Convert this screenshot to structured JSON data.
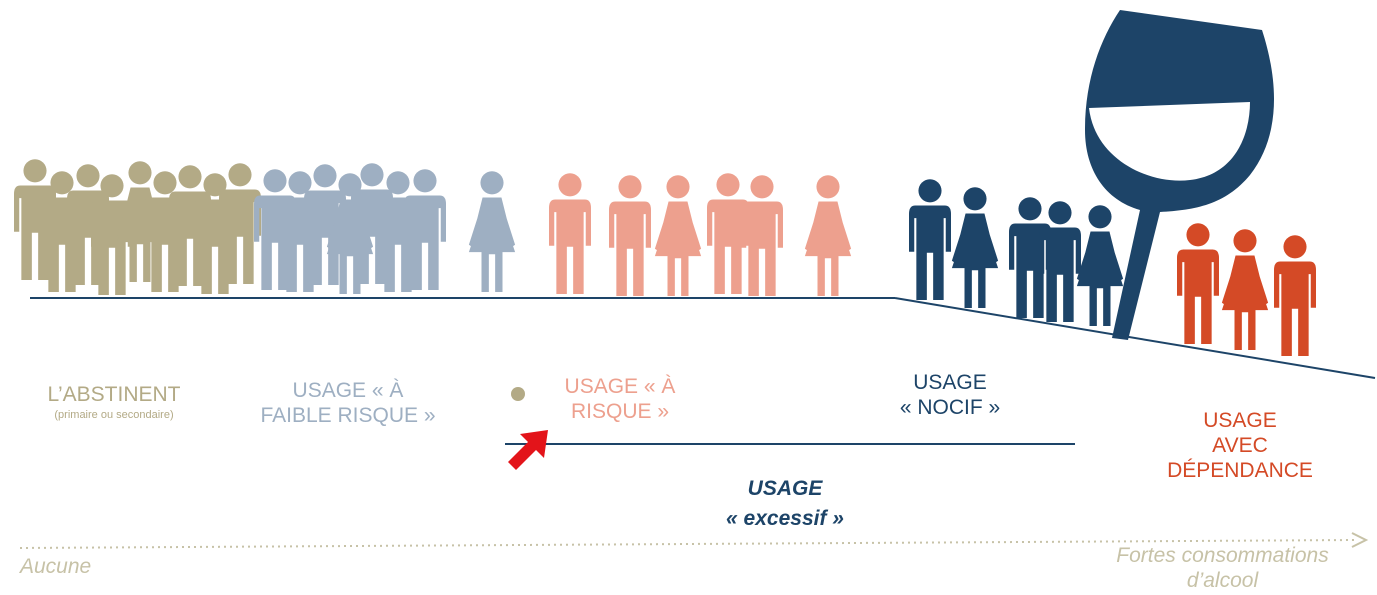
{
  "colors": {
    "abstinent": "#b3aa86",
    "low_risk": "#9eafc2",
    "at_risk": "#eda08e",
    "harmful": "#1d4468",
    "dependence": "#d44a26",
    "excessive": "#1d4468",
    "axis": "#c7c2a7",
    "pointer_arrow": "#e3141a",
    "glass": "#1d4468"
  },
  "icons": {
    "people_groups": "person-icon",
    "glass": "wine-glass-icon",
    "pointer": "arrow-up-right-icon",
    "bullet": "dot-icon"
  },
  "categories": {
    "abstinent": {
      "title": "L’ABSTINENT",
      "subtitle": "(primaire ou secondaire)"
    },
    "low_risk": {
      "line1": "USAGE « À",
      "line2": "FAIBLE RISQUE »"
    },
    "at_risk": {
      "line1": "USAGE « À",
      "line2": "RISQUE »"
    },
    "harmful": {
      "line1": "USAGE",
      "line2": "« NOCIF »"
    },
    "dependence": {
      "line1": "USAGE",
      "line2": "AVEC",
      "line3": "DÉPENDANCE"
    }
  },
  "excessive": {
    "line1": "USAGE",
    "line2": "« excessif »"
  },
  "axis": {
    "start_label": "Aucune",
    "end_label_line1": "Fortes consommations",
    "end_label_line2": "d’alcool"
  }
}
